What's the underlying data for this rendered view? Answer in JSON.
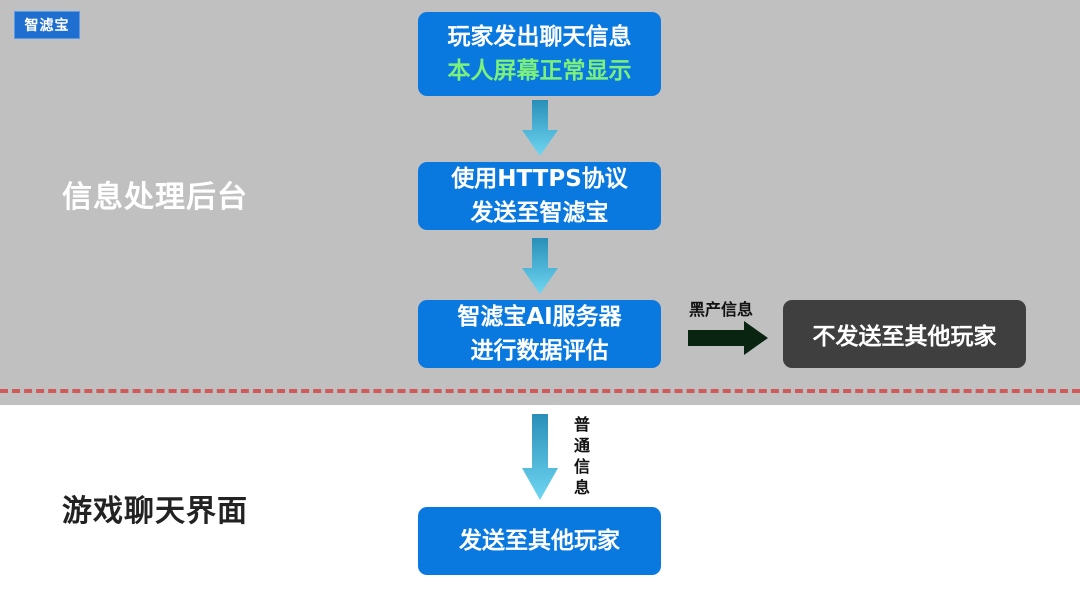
{
  "logo": {
    "text": "智滤宝"
  },
  "zones": {
    "top_label": "信息处理后台",
    "bottom_label": "游戏聊天界面"
  },
  "nodes": {
    "n1": {
      "line1": "玩家发出聊天信息",
      "line2": "本人屏幕正常显示"
    },
    "n2": {
      "line1": "使用HTTPS协议",
      "line2": "发送至智滤宝"
    },
    "n3": {
      "line1": "智滤宝AI服务器",
      "line2": "进行数据评估"
    },
    "n4": {
      "line1": "发送至其他玩家"
    },
    "side": {
      "line1": "不发送至其他玩家"
    }
  },
  "edges": {
    "blackmarket_label": "黑产信息",
    "normal_label": "普通信息"
  },
  "colors": {
    "node_blue": "#0a79df",
    "node_dark": "#3f3f3f",
    "highlight_green": "#7cf07c",
    "arrow_cyan": "#4dbfe6",
    "arrow_dark": "#0a2412",
    "divider_red": "#d05a5a",
    "top_zone_gray": "#c0c0c0"
  }
}
